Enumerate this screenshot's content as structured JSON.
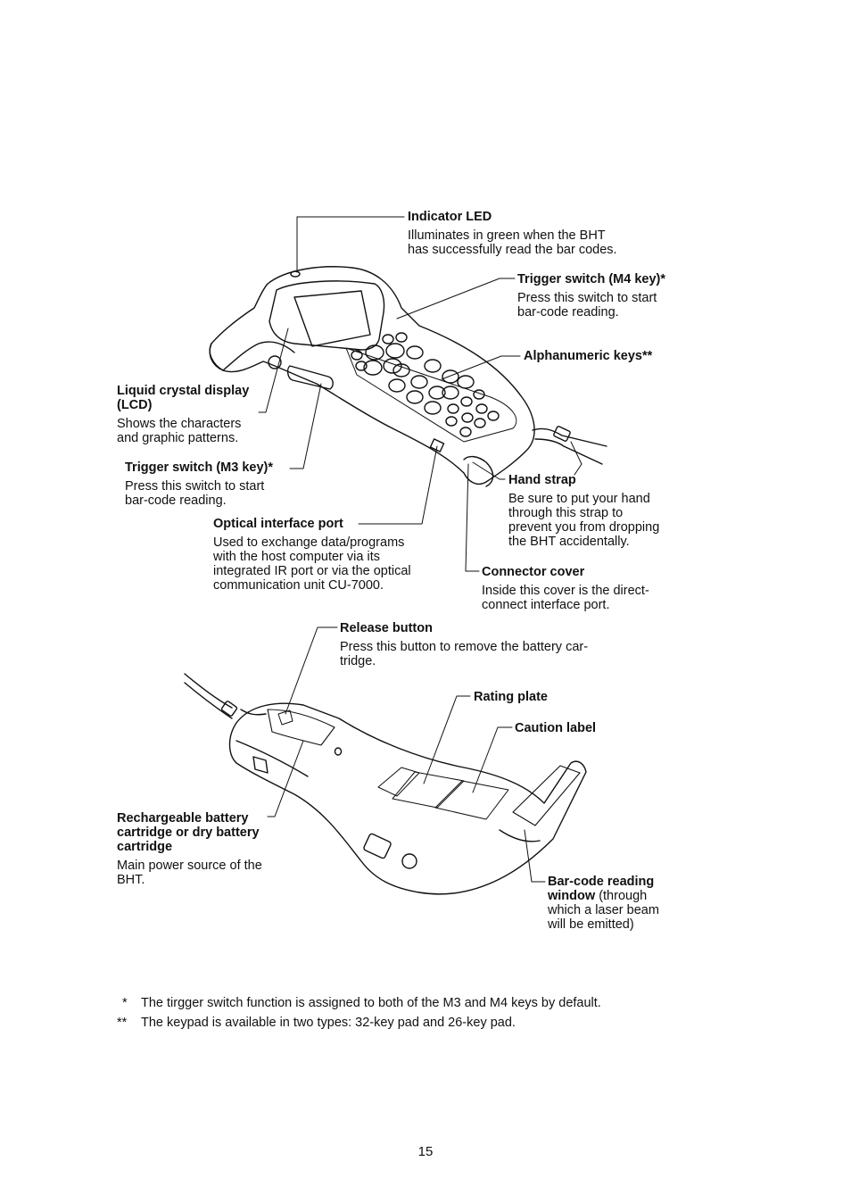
{
  "labels": {
    "indicator_led": {
      "title": "Indicator LED",
      "desc": "Illuminates in green when the BHT\nhas successfully read the bar codes."
    },
    "trigger_m4": {
      "title": "Trigger switch (M4 key)*",
      "desc": "Press this switch to start\nbar-code reading."
    },
    "alphanumeric": {
      "title": "Alphanumeric keys**"
    },
    "lcd": {
      "title": "Liquid crystal display\n(LCD)",
      "desc": "Shows the characters\nand graphic patterns."
    },
    "trigger_m3": {
      "title": "Trigger switch (M3 key)*",
      "desc": "Press this switch to start\nbar-code reading."
    },
    "hand_strap": {
      "title": "Hand strap",
      "desc": "Be sure to put your hand\nthrough this strap to\nprevent you from dropping\nthe BHT accidentally."
    },
    "optical_port": {
      "title": "Optical interface port",
      "desc": "Used to exchange data/programs\nwith the host computer via its\nintegrated IR port or via the optical\ncommunication unit CU-7000."
    },
    "connector_cover": {
      "title": "Connector cover",
      "desc": "Inside this cover is the direct-\nconnect interface port."
    },
    "release_button": {
      "title": "Release button",
      "desc": "Press this button to remove the battery car-\ntridge."
    },
    "rating_plate": {
      "title": "Rating plate"
    },
    "caution_label": {
      "title": "Caution label"
    },
    "battery": {
      "title": "Rechargeable battery\ncartridge or dry battery\ncartridge",
      "desc": "Main power source of the\nBHT."
    },
    "barcode_window": {
      "title_a": "Bar-code reading",
      "title_b": "window",
      "desc_inline": " (through",
      "desc": "which a laser beam\nwill be emitted)"
    }
  },
  "footnotes": [
    {
      "mark": "*",
      "text": "The tirgger switch function is assigned to both of the M3 and M4 keys by default."
    },
    {
      "mark": "**",
      "text": "The keypad is available in two types:  32-key pad and 26-key pad."
    }
  ],
  "page_number": "15"
}
